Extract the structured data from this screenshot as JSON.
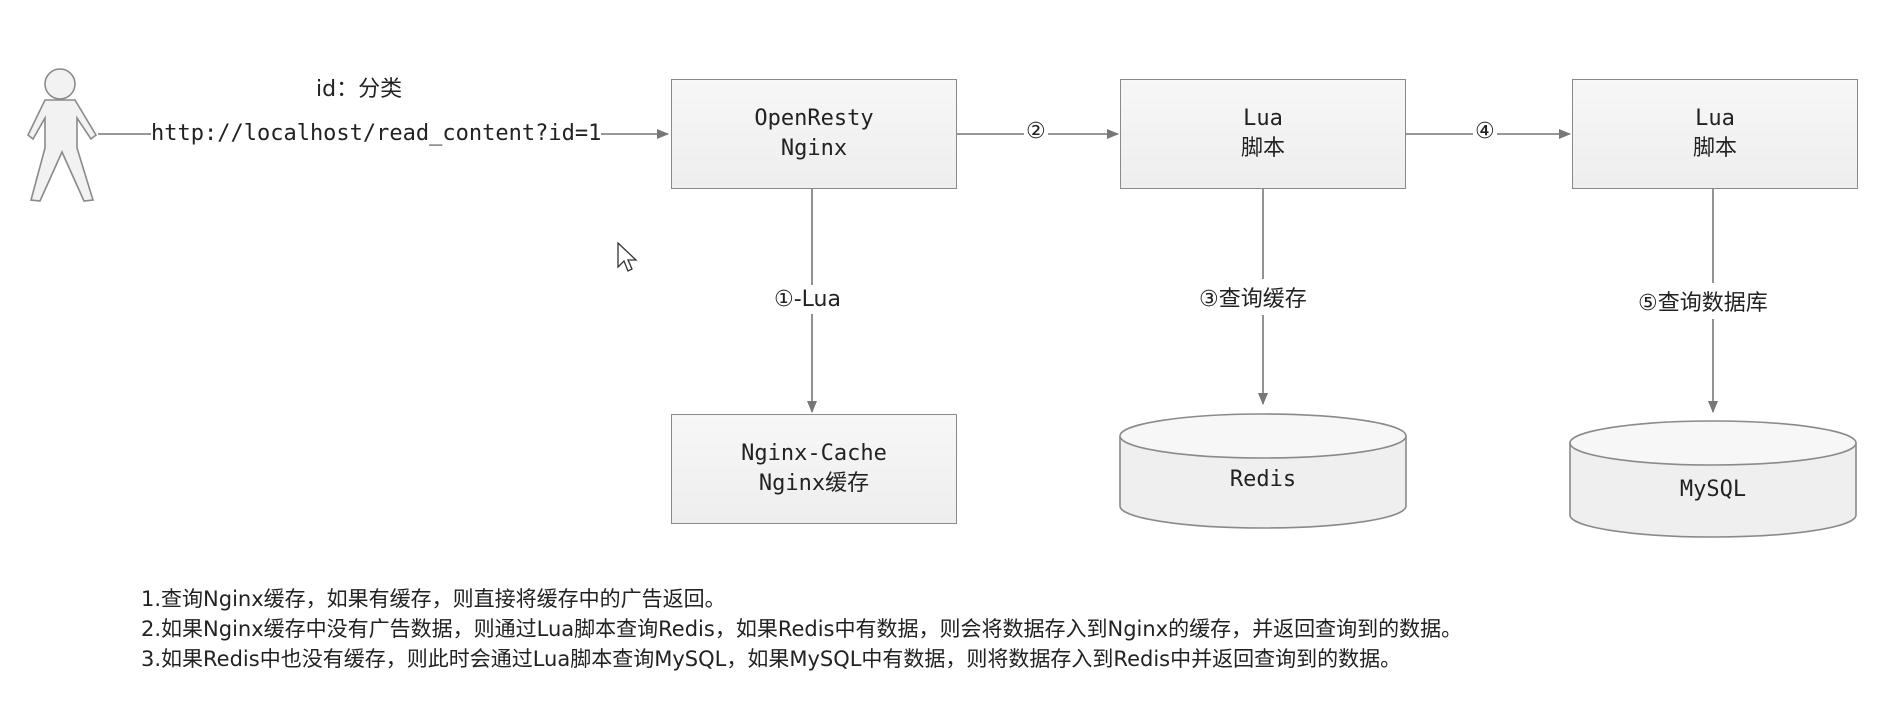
{
  "top_label": "id：分类",
  "url": "http://localhost/read_content?id=1",
  "boxes": {
    "openresty": [
      "OpenResty",
      "Nginx"
    ],
    "lua1": [
      "Lua",
      "脚本"
    ],
    "lua2": [
      "Lua",
      "脚本"
    ],
    "nginx_cache": [
      "Nginx-Cache",
      "Nginx缓存"
    ]
  },
  "databases": {
    "redis": "Redis",
    "mysql": "MySQL"
  },
  "arrows": {
    "step2": "②",
    "step4": "④",
    "step1": "①-Lua",
    "step3": "③查询缓存",
    "step5": "⑤查询数据库"
  },
  "notes": [
    "1.查询Nginx缓存，如果有缓存，则直接将缓存中的广告返回。",
    "2.如果Nginx缓存中没有广告数据，则通过Lua脚本查询Redis，如果Redis中有数据，则会将数据存入到Nginx的缓存，并返回查询到的数据。",
    "3.如果Redis中也没有缓存，则此时会通过Lua脚本查询MySQL，如果MySQL中有数据，则将数据存入到Redis中并返回查询到的数据。"
  ]
}
